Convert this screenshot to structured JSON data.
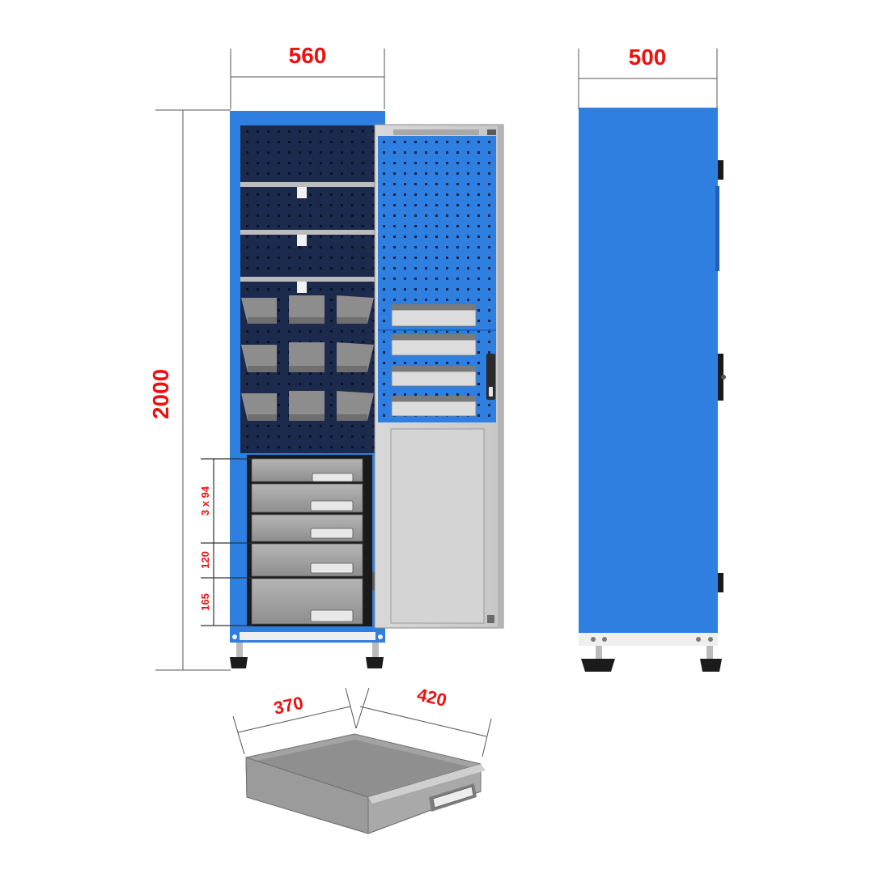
{
  "dimensions": {
    "width": "560",
    "depth": "500",
    "height": "2000",
    "drawer_heights_small": "3 x 94",
    "drawer_height_medium": "120",
    "drawer_height_large": "165",
    "drawer_width": "370",
    "drawer_depth": "420"
  },
  "colors": {
    "cabinet_blue": "#2f7fe0",
    "inner_navy": "#1c2a4d",
    "dimension_red": "#ee1111",
    "drawer_grey": "#9a9a9a",
    "door_grey": "#cfcfcf"
  },
  "cabinet": {
    "shelves_count": 3,
    "bin_rows": 3,
    "bins_per_row": 3,
    "drawers_count": 5,
    "door_bins_count": 4
  }
}
